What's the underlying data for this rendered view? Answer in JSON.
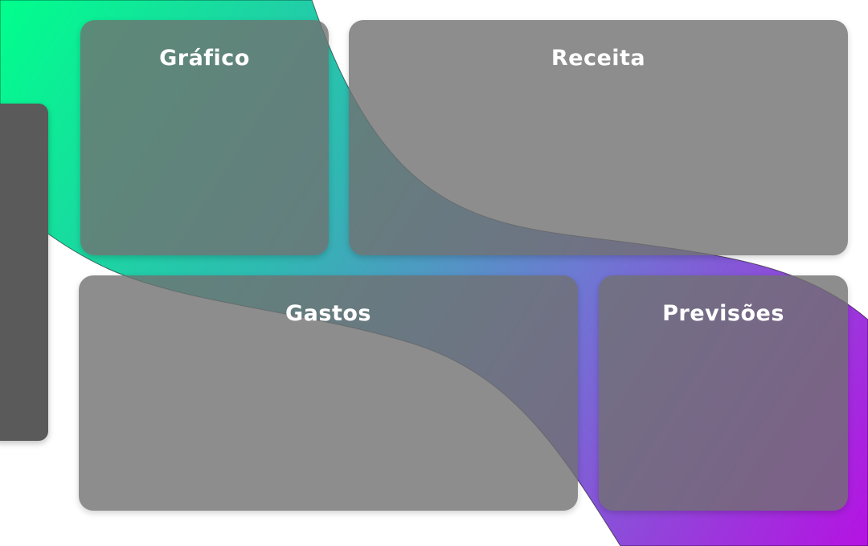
{
  "colors": {
    "gradient_start": "#00ff8c",
    "gradient_mid": "#4f87d8",
    "gradient_end": "#b512e2",
    "card_fill": "#707070",
    "sidebar_fill": "#5a5a5a",
    "title_text": "#ffffff"
  },
  "cards": {
    "grafico": {
      "title": "Gráfico"
    },
    "receita": {
      "title": "Receita"
    },
    "gastos": {
      "title": "Gastos"
    },
    "previsoes": {
      "title": "Previsões"
    }
  }
}
